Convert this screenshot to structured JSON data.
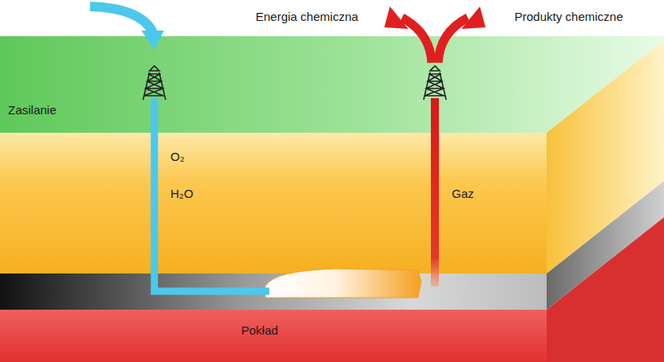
{
  "diagram": {
    "labels": [
      "Zasilanie",
      "Energia chemiczna",
      "Produkty chemiczne",
      "O₂",
      "H₂O",
      "Gaz",
      "Pokład"
    ]
  }
}
